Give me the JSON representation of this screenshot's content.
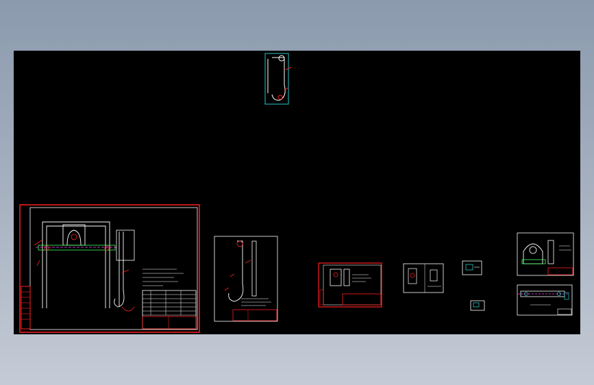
{
  "viewport": {
    "background": "#000000",
    "colors": {
      "frame_red": "#ff2020",
      "line_white": "#ffffff",
      "accent_cyan": "#29c6c6",
      "accent_magenta": "#ff40ff",
      "accent_green": "#40ff60",
      "accent_yellow": "#ffe040"
    }
  },
  "sheets": [
    {
      "id": "hook-profile",
      "kind": "part-view"
    },
    {
      "id": "main-assembly",
      "kind": "assembly-drawing"
    },
    {
      "id": "hook-detail",
      "kind": "part-drawing"
    },
    {
      "id": "clamp-drawing",
      "kind": "part-drawing"
    },
    {
      "id": "pin-drawing",
      "kind": "part-drawing"
    },
    {
      "id": "small-part-a",
      "kind": "part-drawing"
    },
    {
      "id": "small-part-b",
      "kind": "part-drawing"
    },
    {
      "id": "shackle-drawing",
      "kind": "part-drawing"
    },
    {
      "id": "bar-drawing",
      "kind": "part-drawing"
    }
  ]
}
